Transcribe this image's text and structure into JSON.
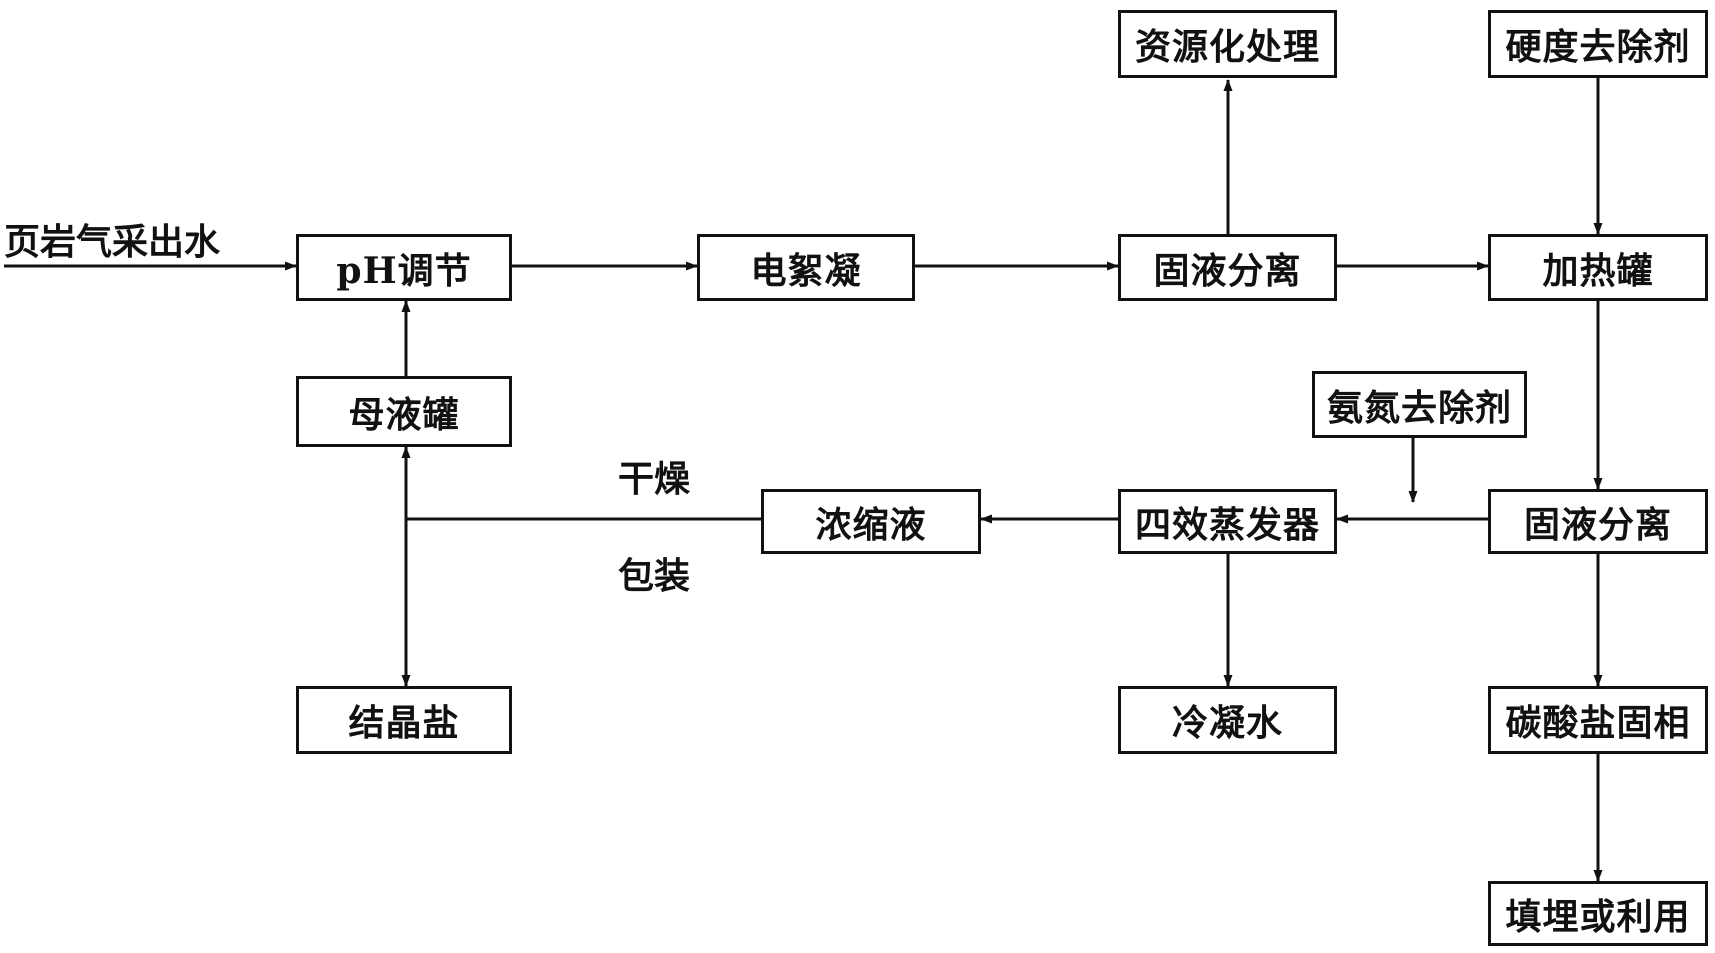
{
  "nodes": {
    "ph": "pH调节",
    "electro": "电絮凝",
    "sep1": "固液分离",
    "resource": "资源化处理",
    "hardness": "硬度去除剂",
    "heater": "加热罐",
    "ammonia": "氨氮去除剂",
    "sep2": "固液分离",
    "evaporator": "四效蒸发器",
    "concentrate": "浓缩液",
    "mother": "母液罐",
    "crystal": "结晶盐",
    "condensate": "冷凝水",
    "carbonate": "碳酸盐固相",
    "landfill": "填埋或利用"
  },
  "labels": {
    "inlet": "页岩气采出水",
    "drying": "干燥",
    "packing": "包装"
  },
  "colors": {
    "line": "#111111",
    "box_fill": "#ffffff"
  }
}
